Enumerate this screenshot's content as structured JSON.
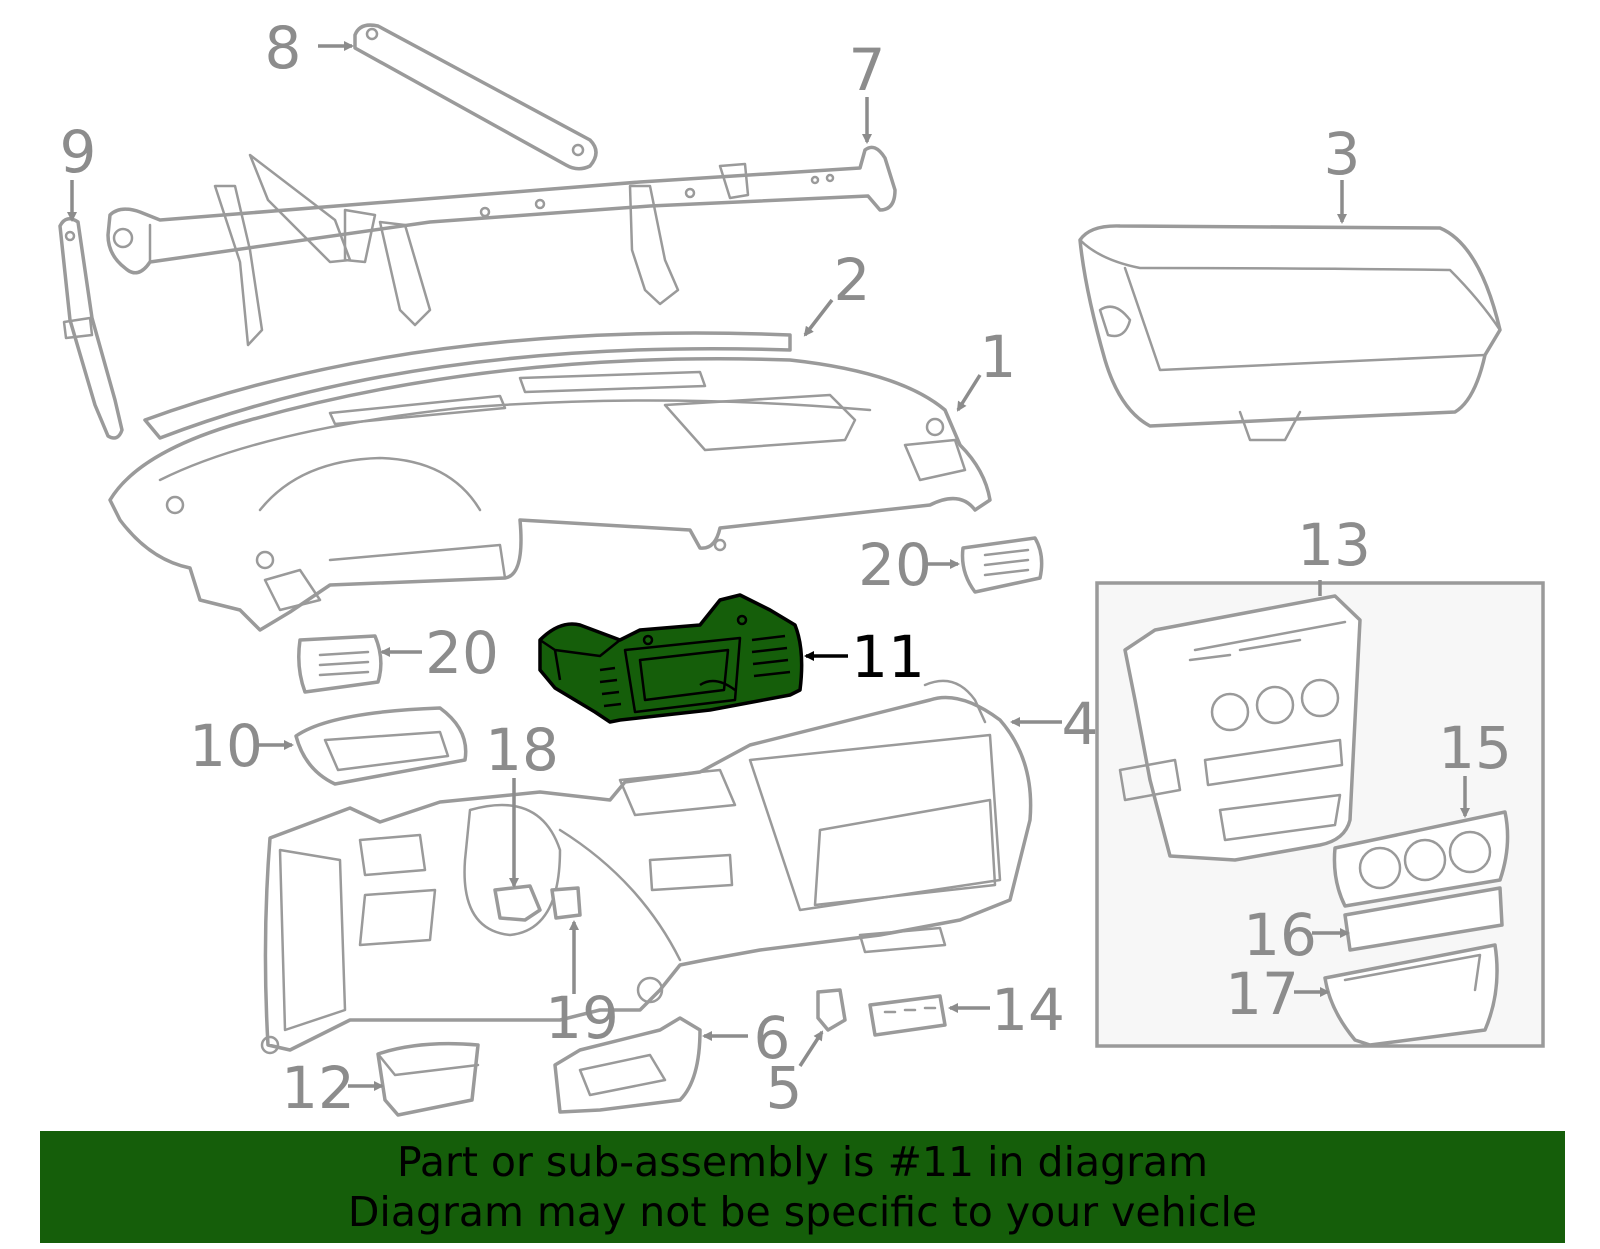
{
  "diagram": {
    "callouts": [
      {
        "label": "1"
      },
      {
        "label": "2"
      },
      {
        "label": "3"
      },
      {
        "label": "4"
      },
      {
        "label": "5"
      },
      {
        "label": "6"
      },
      {
        "label": "7"
      },
      {
        "label": "8"
      },
      {
        "label": "9"
      },
      {
        "label": "10"
      },
      {
        "label": "11"
      },
      {
        "label": "12"
      },
      {
        "label": "13"
      },
      {
        "label": "14"
      },
      {
        "label": "15"
      },
      {
        "label": "16"
      },
      {
        "label": "17"
      },
      {
        "label": "18"
      },
      {
        "label": "19"
      },
      {
        "label": "20"
      },
      {
        "label": "20"
      }
    ],
    "highlight_part": "11",
    "colors": {
      "highlight_fill": "#155e0a",
      "line_art": "#9a9a9a",
      "banner": "#155e0a"
    }
  },
  "banner": {
    "line1": "Part or sub-assembly is #11 in diagram",
    "line2": "Diagram may not be specific to your vehicle"
  }
}
